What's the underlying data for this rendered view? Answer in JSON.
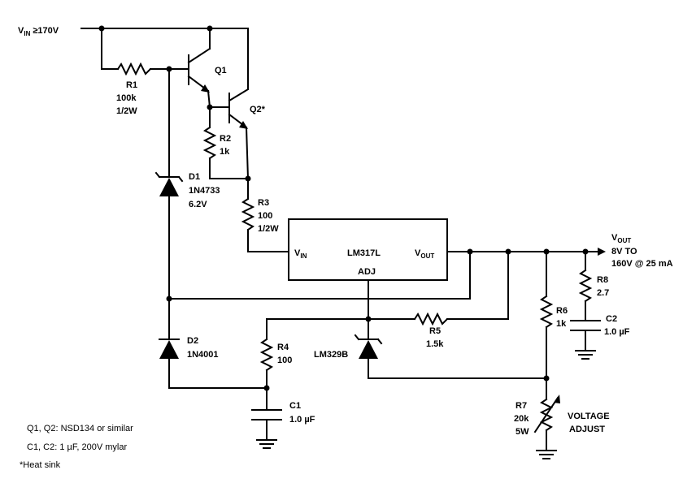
{
  "input": {
    "v": "V",
    "sub": "IN",
    "rest": " ≥170V"
  },
  "output": {
    "v": "V",
    "sub": "OUT",
    "line1": "8V TO",
    "line2": "160V @ 25 mA"
  },
  "ic": {
    "name": "LM317L",
    "vin_v": "V",
    "vin_sub": "IN",
    "vout_v": "V",
    "vout_sub": "OUT",
    "adj": "ADJ"
  },
  "components": {
    "q1": {
      "name": "Q1"
    },
    "q2": {
      "name": "Q2*"
    },
    "r1": {
      "name": "R1",
      "value": "100k",
      "rating": "1/2W"
    },
    "r2": {
      "name": "R2",
      "value": "1k"
    },
    "r3": {
      "name": "R3",
      "value": "100",
      "rating": "1/2W"
    },
    "r4": {
      "name": "R4",
      "value": "100"
    },
    "r5": {
      "name": "R5",
      "value": "1.5k"
    },
    "r6": {
      "name": "R6",
      "value": "1k"
    },
    "r7": {
      "name": "R7",
      "value": "20k",
      "rating": "5W",
      "label1": "VOLTAGE",
      "label2": "ADJUST"
    },
    "r8": {
      "name": "R8",
      "value": "2.7"
    },
    "c1": {
      "name": "C1",
      "value": "1.0 µF"
    },
    "c2": {
      "name": "C2",
      "value": "1.0 µF"
    },
    "d1": {
      "name": "D1",
      "part": "1N4733",
      "value": "6.2V"
    },
    "d2": {
      "name": "D2",
      "part": "1N4001"
    },
    "zref": {
      "name": "LM329B"
    }
  },
  "notes": [
    "Q1, Q2:  NSD134 or similar",
    "C1, C2:  1 µF, 200V mylar",
    "*Heat sink"
  ]
}
